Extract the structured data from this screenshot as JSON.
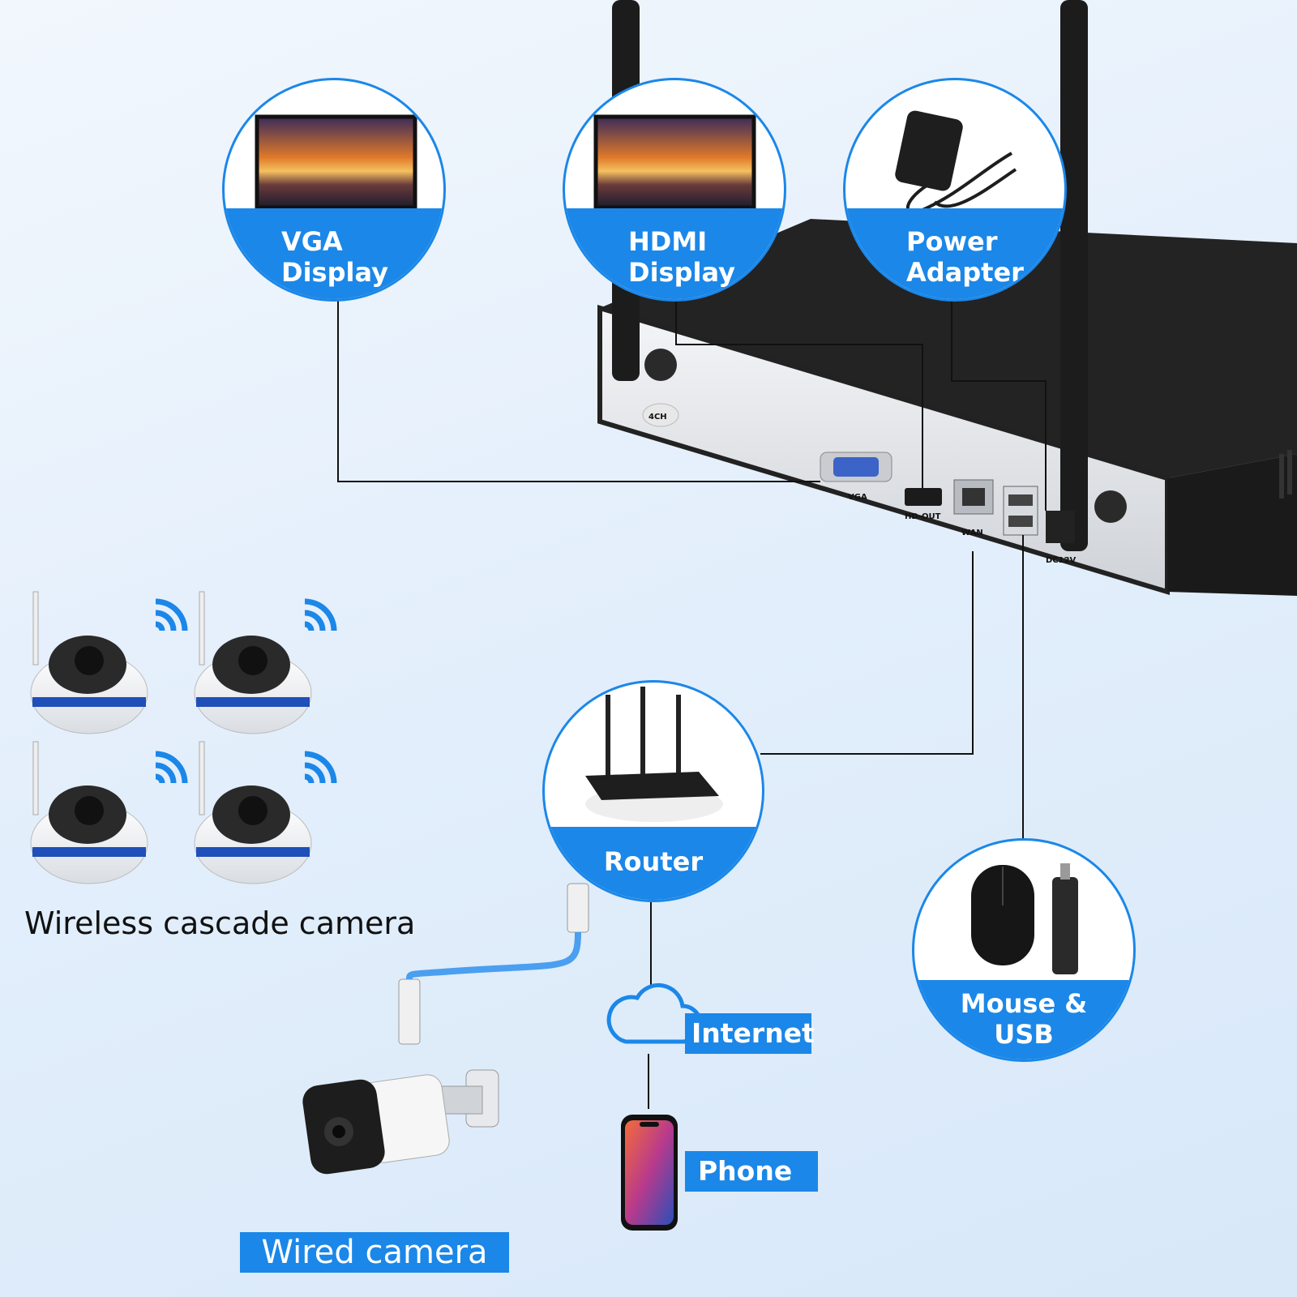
{
  "nvr": {
    "model_badge": "4CH",
    "ports": {
      "vga": "VGA",
      "hdmi": "HD-OUT",
      "wan": "WAN",
      "power": "DC12V"
    }
  },
  "bubbles": {
    "vga_display": "VGA\nDisplay",
    "hdmi_display": "HDMI\nDisplay",
    "power_adapter": "Power\nAdapter",
    "router": "Router",
    "mouse_usb": "Mouse &\nUSB"
  },
  "labels": {
    "wireless_cameras": "Wireless cascade camera",
    "internet": "Internet",
    "phone": "Phone",
    "wired_camera": "Wired camera"
  },
  "colors": {
    "accent": "#1b87e8",
    "line": "#111111",
    "nvr_body": "#1e1e1e"
  }
}
